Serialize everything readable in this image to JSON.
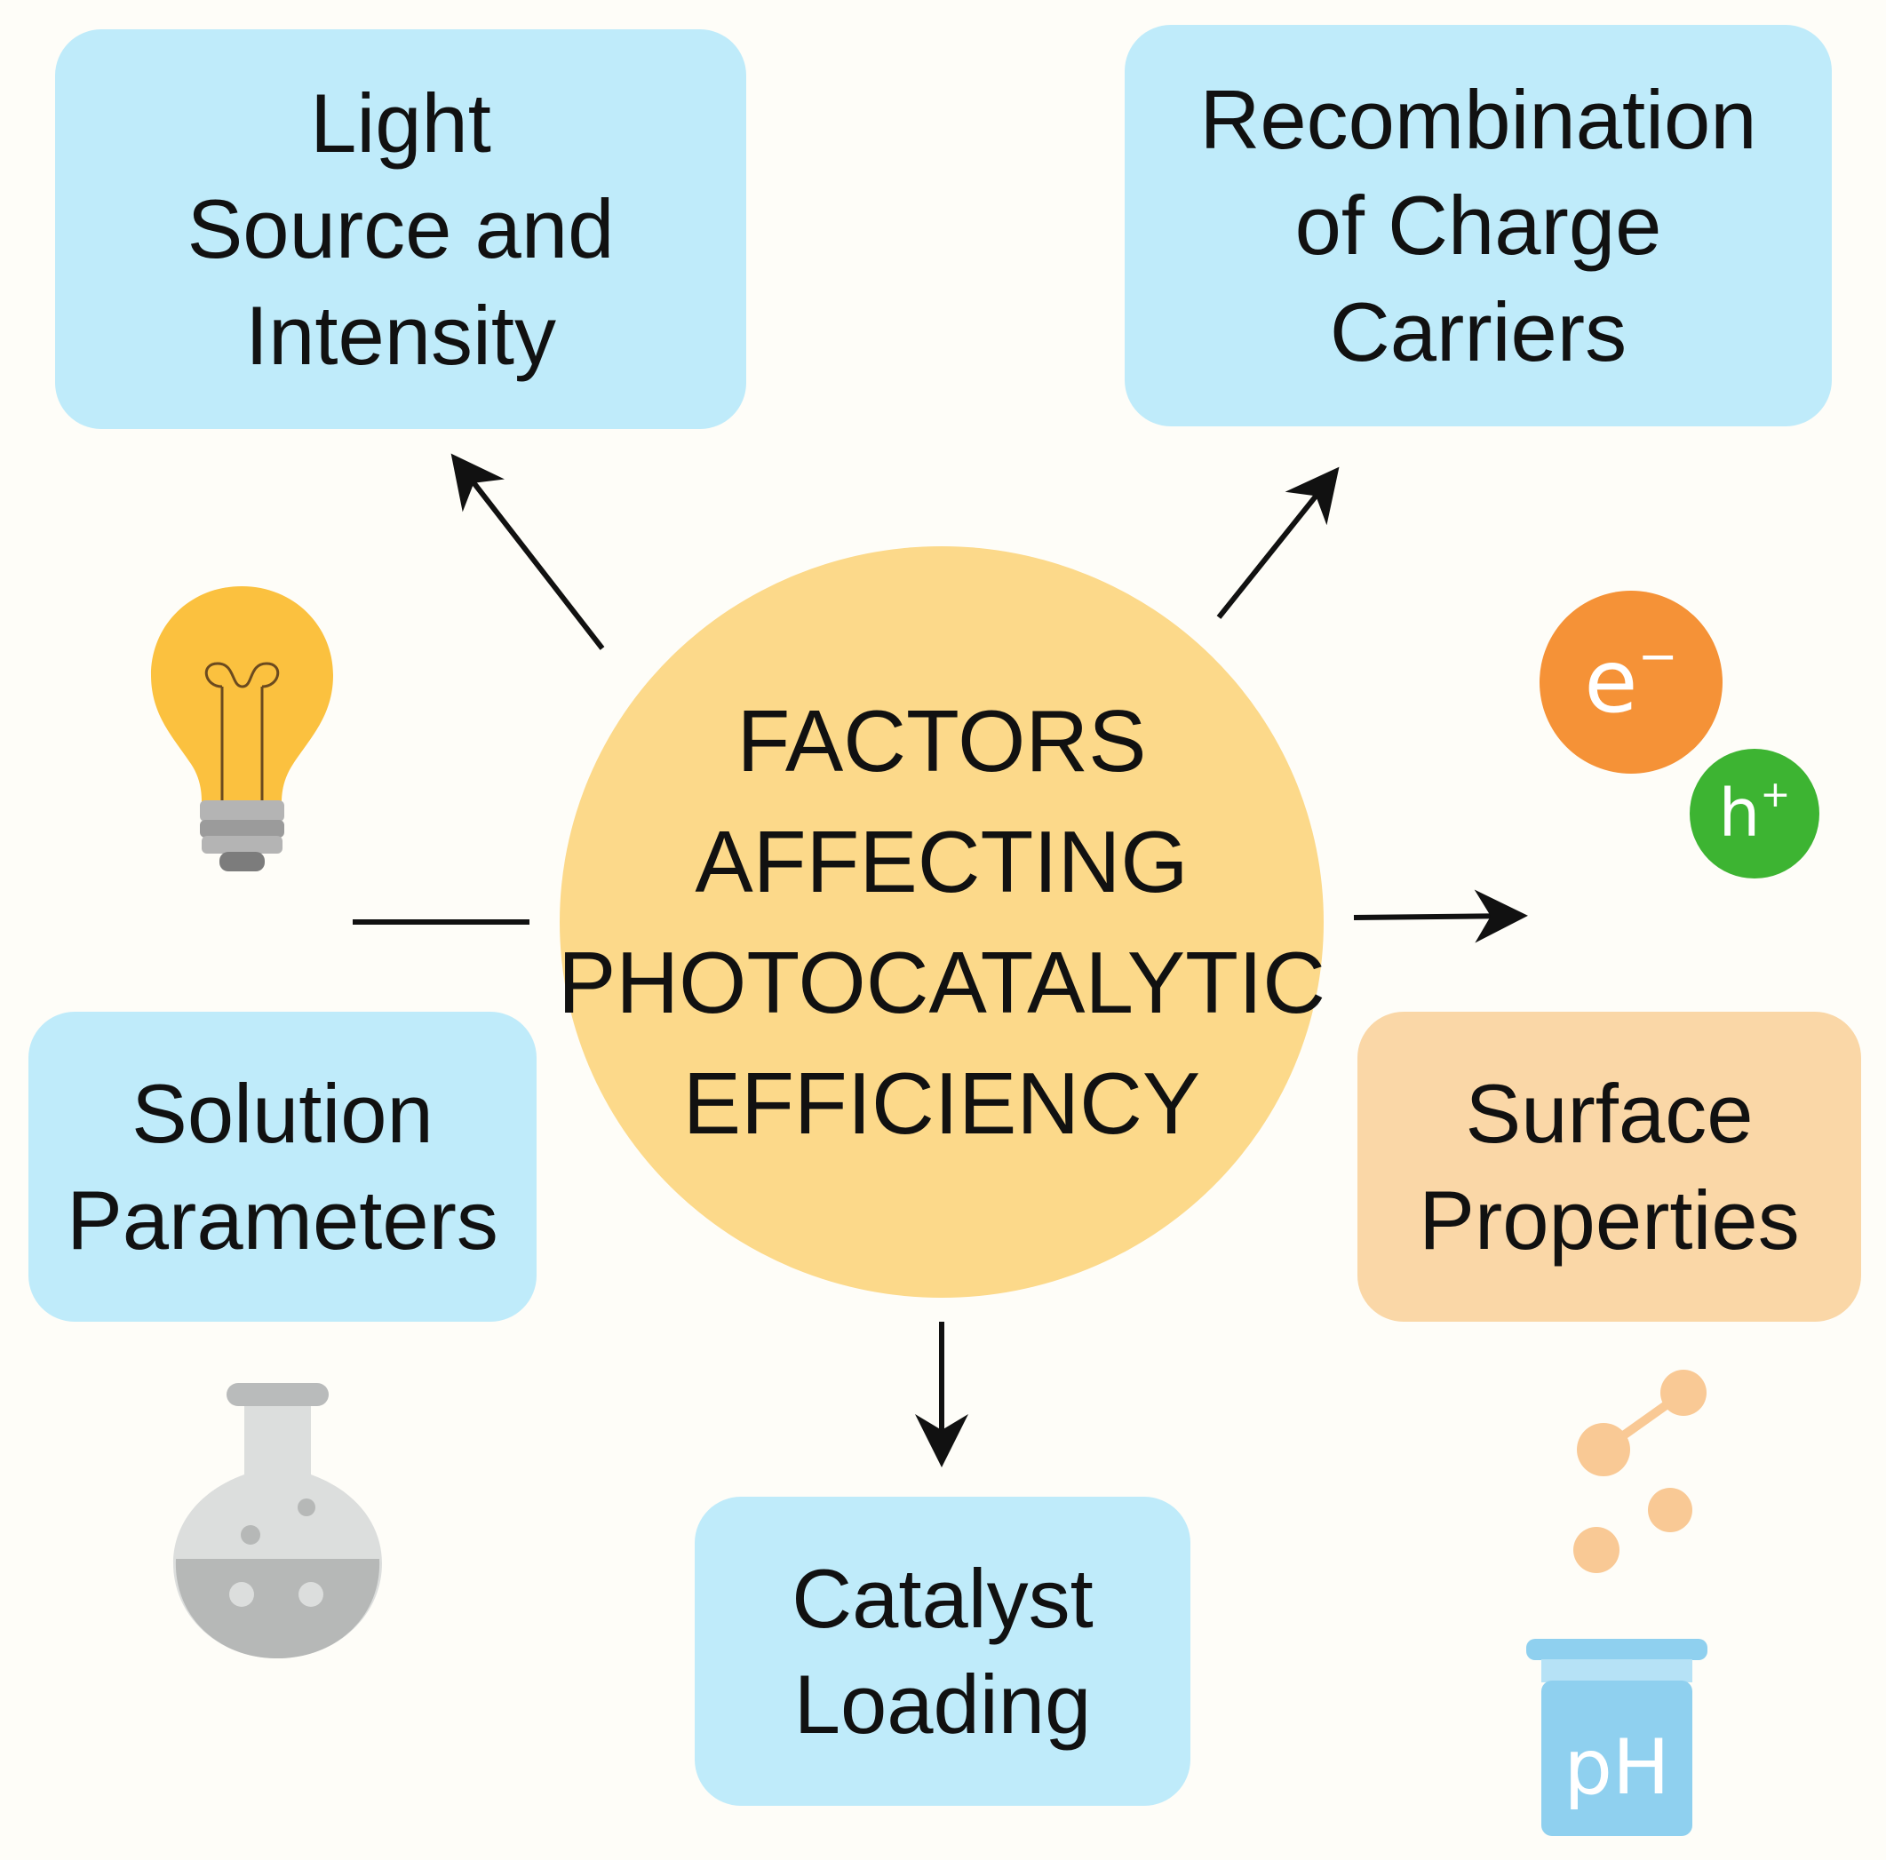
{
  "center": {
    "lines": [
      "FACTORS",
      "AFFECTING",
      "PHOTOCATALYTIC",
      "EFFICIENCY"
    ]
  },
  "factors": {
    "light": {
      "lines": [
        "Light",
        "Source and",
        "Intensity"
      ]
    },
    "recombination": {
      "lines": [
        "Recombination",
        "of Charge",
        "Carriers"
      ]
    },
    "solution": {
      "lines": [
        "Solution",
        "Parameters"
      ]
    },
    "surface": {
      "lines": [
        "Surface",
        "Properties"
      ]
    },
    "catalyst": {
      "lines": [
        "Catalyst",
        "Loading"
      ]
    }
  },
  "particles": {
    "electron": {
      "base": "e",
      "sign": "−"
    },
    "hole": {
      "base": "h",
      "sign": "+"
    }
  },
  "beaker_label": "pH",
  "icons": [
    "light-bulb-icon",
    "electron-icon",
    "hole-icon",
    "flask-icon",
    "molecule-icon",
    "beaker-icon"
  ],
  "colors": {
    "center_fill": "#fcd98a",
    "box_blue": "#bfebfa",
    "box_orange": "#fad7a7",
    "electron": "#f59237",
    "hole": "#3db432",
    "bulb": "#fbc13f",
    "beaker": "#8fd0ef",
    "molecule": "#f9c995"
  }
}
